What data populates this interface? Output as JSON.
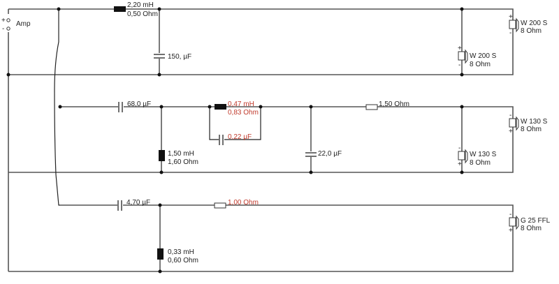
{
  "amp": {
    "label": "Amp",
    "plus": "+",
    "minus": "-"
  },
  "woofer_section": {
    "inductor": {
      "value": "2,20 mH",
      "resistance": "0,50 Ohm"
    },
    "capacitor": {
      "value": "150, µF"
    },
    "speaker_1": {
      "name": "W 200 S",
      "impedance": "8 Ohm"
    },
    "speaker_2": {
      "name": "W 200 S",
      "impedance": "8 Ohm"
    }
  },
  "mid_section": {
    "capacitor_series": {
      "value": "68,0 µF"
    },
    "inductor_shunt": {
      "value": "1,50 mH",
      "resistance": "1,60 Ohm"
    },
    "inductor_series": {
      "value": "0,47 mH",
      "resistance": "0,83 Ohm"
    },
    "capacitor_parallel": {
      "value": "0,22 µF"
    },
    "capacitor_shunt": {
      "value": "22,0 µF"
    },
    "resistor": {
      "value": "1,50 Ohm"
    },
    "speaker_1": {
      "name": "W 130 S",
      "impedance": "8 Ohm"
    },
    "speaker_2": {
      "name": "W 130 S",
      "impedance": "8 Ohm"
    }
  },
  "tweeter_section": {
    "capacitor_series": {
      "value": "4,70 µF"
    },
    "inductor_shunt": {
      "value": "0,33 mH",
      "resistance": "0,60 Ohm"
    },
    "resistor": {
      "value": "1,00 Ohm"
    },
    "speaker": {
      "name": "G 25 FFL",
      "impedance": "8 Ohm"
    }
  },
  "colors": {
    "modified": "#c0392b",
    "wire": "#555555"
  }
}
